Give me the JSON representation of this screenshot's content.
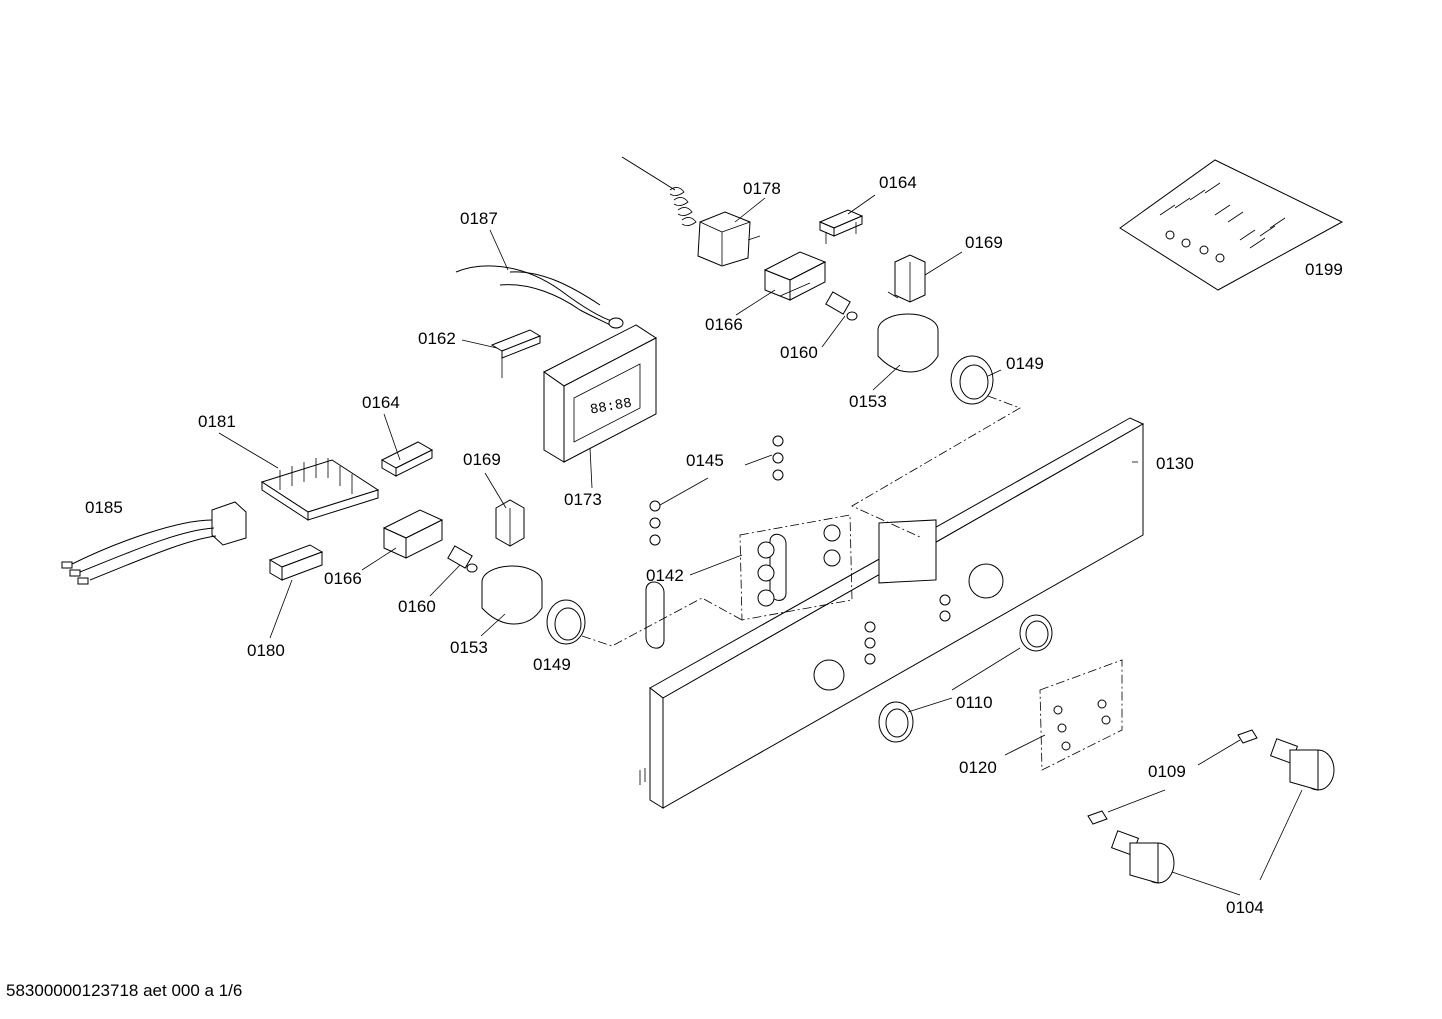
{
  "footer": "58300000123718 aet 000 a 1/6",
  "labels": {
    "p0178": "0178",
    "p0164a": "0164",
    "p0187": "0187",
    "p0169a": "0169",
    "p0199": "0199",
    "p0166a": "0166",
    "p0160a": "0160",
    "p0162": "0162",
    "p0149a": "0149",
    "p0153a": "0153",
    "p0164b": "0164",
    "p0181": "0181",
    "p0145": "0145",
    "p0130": "0130",
    "p0169b": "0169",
    "p0173": "0173",
    "p0185": "0185",
    "p0142": "0142",
    "p0166b": "0166",
    "p0160b": "0160",
    "p0180": "0180",
    "p0153b": "0153",
    "p0149b": "0149",
    "p0110": "0110",
    "p0120": "0120",
    "p0109": "0109",
    "p0104": "0104"
  }
}
